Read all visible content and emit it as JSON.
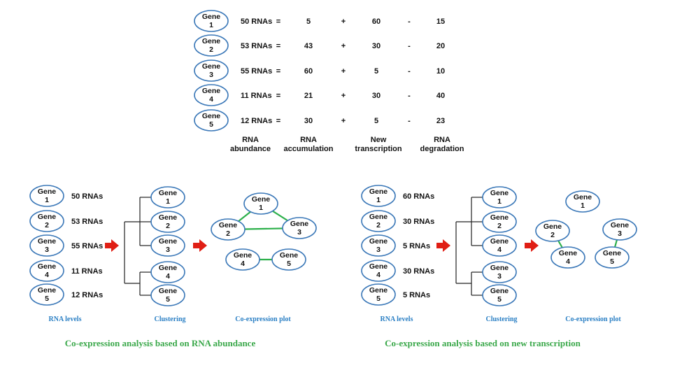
{
  "colors": {
    "ellipse_stroke": "#3b78b8",
    "edge": "#2db04b",
    "arrow": "#e01e14",
    "caption": "#2a7fc4",
    "title": "#3aa84a",
    "tree": "#222222"
  },
  "gene_word": "Gene",
  "equation": {
    "rows": [
      {
        "gene": "1",
        "total": "50 RNAs",
        "eq": "=",
        "acc": "5",
        "plus": "+",
        "newt": "60",
        "minus": "-",
        "deg": "15"
      },
      {
        "gene": "2",
        "total": "53 RNAs",
        "eq": "=",
        "acc": "43",
        "plus": "+",
        "newt": "30",
        "minus": "-",
        "deg": "20"
      },
      {
        "gene": "3",
        "total": "55 RNAs",
        "eq": "=",
        "acc": "60",
        "plus": "+",
        "newt": "5",
        "minus": "-",
        "deg": "10"
      },
      {
        "gene": "4",
        "total": "11 RNAs",
        "eq": "=",
        "acc": "21",
        "plus": "+",
        "newt": "30",
        "minus": "-",
        "deg": "40"
      },
      {
        "gene": "5",
        "total": "12 RNAs",
        "eq": "=",
        "acc": "30",
        "plus": "+",
        "newt": "5",
        "minus": "-",
        "deg": "23"
      }
    ],
    "headers": {
      "abundance": [
        "RNA",
        "abundance"
      ],
      "accumulation": [
        "RNA",
        "accumulation"
      ],
      "transcription": [
        "New",
        "transcription"
      ],
      "degradation": [
        "RNA",
        "degradation"
      ]
    }
  },
  "panels": [
    {
      "levels": [
        {
          "gene": "1",
          "value": "50 RNAs"
        },
        {
          "gene": "2",
          "value": "53 RNAs"
        },
        {
          "gene": "3",
          "value": "55 RNAs"
        },
        {
          "gene": "4",
          "value": "11 RNAs"
        },
        {
          "gene": "5",
          "value": "12 RNAs"
        }
      ],
      "cluster_order": [
        "1",
        "2",
        "3",
        "4",
        "5"
      ],
      "plot_genes": [
        "1",
        "2",
        "3",
        "4",
        "5"
      ],
      "edges": [
        [
          "1",
          "2"
        ],
        [
          "1",
          "3"
        ],
        [
          "2",
          "3"
        ],
        [
          "4",
          "5"
        ]
      ],
      "caption_levels": "RNA levels",
      "caption_cluster": "Clustering",
      "caption_plot": "Co-expression plot",
      "title": "Co-expression analysis based on RNA abundance"
    },
    {
      "levels": [
        {
          "gene": "1",
          "value": "60 RNAs"
        },
        {
          "gene": "2",
          "value": "30 RNAs"
        },
        {
          "gene": "3",
          "value": "5 RNAs"
        },
        {
          "gene": "4",
          "value": "30 RNAs"
        },
        {
          "gene": "5",
          "value": "5 RNAs"
        }
      ],
      "cluster_order": [
        "1",
        "2",
        "4",
        "3",
        "5"
      ],
      "plot_genes": [
        "1",
        "2",
        "3",
        "4",
        "5"
      ],
      "edges": [
        [
          "2",
          "4"
        ],
        [
          "3",
          "5"
        ]
      ],
      "caption_levels": "RNA levels",
      "caption_cluster": "Clustering",
      "caption_plot": "Co-expression plot",
      "title": "Co-expression analysis based on new transcription"
    }
  ]
}
